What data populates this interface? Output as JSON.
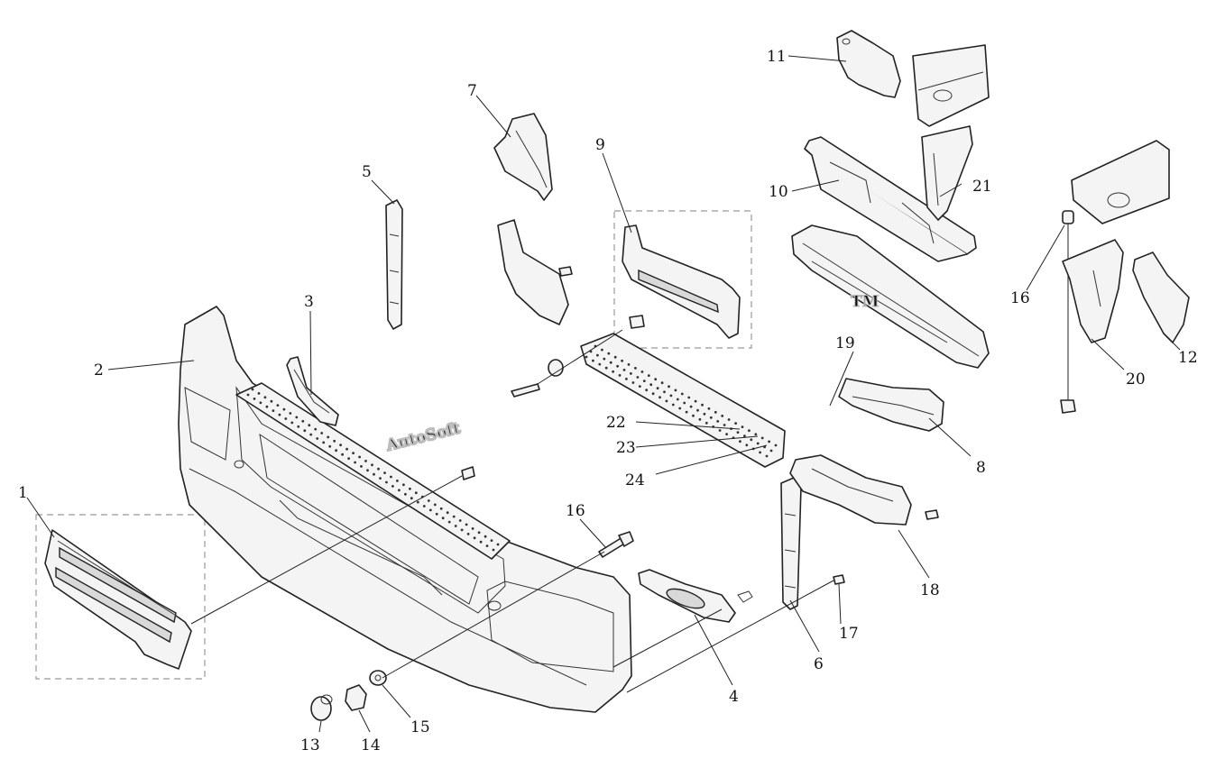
{
  "watermark": {
    "brand": "AutoSoft",
    "mark": "TM"
  },
  "callouts": [
    {
      "id": "c1",
      "label": "1"
    },
    {
      "id": "c2",
      "label": "2"
    },
    {
      "id": "c3",
      "label": "3"
    },
    {
      "id": "c4",
      "label": "4"
    },
    {
      "id": "c5",
      "label": "5"
    },
    {
      "id": "c6",
      "label": "6"
    },
    {
      "id": "c7",
      "label": "7"
    },
    {
      "id": "c8",
      "label": "8"
    },
    {
      "id": "c9",
      "label": "9"
    },
    {
      "id": "c10",
      "label": "10"
    },
    {
      "id": "c11",
      "label": "11"
    },
    {
      "id": "c12",
      "label": "12"
    },
    {
      "id": "c13",
      "label": "13"
    },
    {
      "id": "c14",
      "label": "14"
    },
    {
      "id": "c15",
      "label": "15"
    },
    {
      "id": "c16a",
      "label": "16"
    },
    {
      "id": "c16b",
      "label": "16"
    },
    {
      "id": "c17",
      "label": "17"
    },
    {
      "id": "c18",
      "label": "18"
    },
    {
      "id": "c19",
      "label": "19"
    },
    {
      "id": "c20",
      "label": "20"
    },
    {
      "id": "c21",
      "label": "21"
    },
    {
      "id": "c22",
      "label": "22"
    },
    {
      "id": "c23",
      "label": "23"
    },
    {
      "id": "c24",
      "label": "24"
    }
  ],
  "colors": {
    "line": "#222222",
    "fill": "#f4f4f4",
    "watermark": "#bdbdbd"
  }
}
